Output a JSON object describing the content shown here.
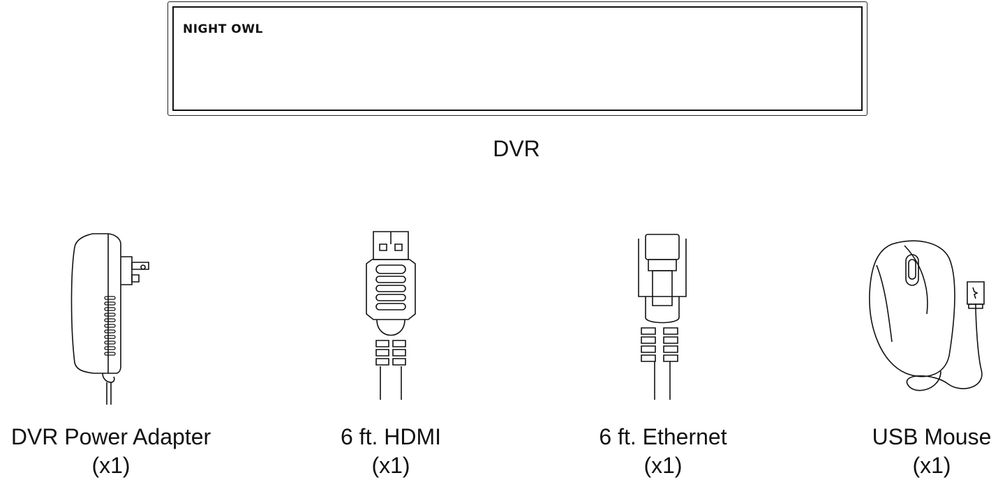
{
  "dvr": {
    "brand": "NIGHT OWL",
    "label": "DVR"
  },
  "accessories": [
    {
      "name": "DVR Power Adapter",
      "qty": "(x1)",
      "icon": "power-adapter-icon"
    },
    {
      "name": "6 ft. HDMI",
      "qty": "(x1)",
      "icon": "hdmi-cable-icon"
    },
    {
      "name": "6 ft. Ethernet",
      "qty": "(x1)",
      "icon": "ethernet-cable-icon"
    },
    {
      "name": "USB Mouse",
      "qty": "(x1)",
      "icon": "usb-mouse-icon"
    }
  ]
}
